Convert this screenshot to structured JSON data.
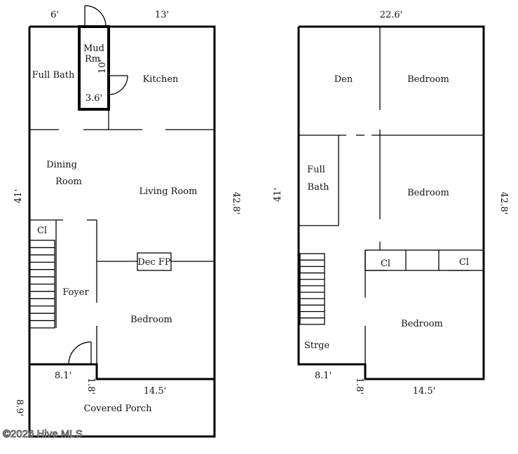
{
  "floor1": {
    "dims": {
      "top_left": "6'",
      "top_right": "13'",
      "left": "41'",
      "right": "42.8'",
      "mud_height": "10'",
      "mud_width": "3.6'",
      "notch_width": "8.1'",
      "notch_height": "1.8'",
      "bottom": "14.5'",
      "porch_height": "8.9'"
    },
    "rooms": {
      "mud_line1": "Mud",
      "mud_line2": "Rm",
      "full_bath": "Full Bath",
      "kitchen": "Kitchen",
      "dining_line1": "Dining",
      "dining_line2": "Room",
      "living_room": "Living Room",
      "closet": "Cl",
      "fireplace": "Dec FP",
      "foyer": "Foyer",
      "bedroom": "Bedroom",
      "porch": "Covered Porch"
    }
  },
  "floor2": {
    "dims": {
      "top": "22.6'",
      "left": "41'",
      "right": "42.8'",
      "notch_width": "8.1'",
      "notch_height": "1.8'",
      "bottom": "14.5'"
    },
    "rooms": {
      "den": "Den",
      "bedroom_top": "Bedroom",
      "full_line1": "Full",
      "full_line2": "Bath",
      "bedroom_mid": "Bedroom",
      "closet_left": "Cl",
      "closet_right": "Cl",
      "bedroom_bottom": "Bedroom",
      "storage": "Strge"
    }
  },
  "watermark": "©2026 Hive MLS"
}
